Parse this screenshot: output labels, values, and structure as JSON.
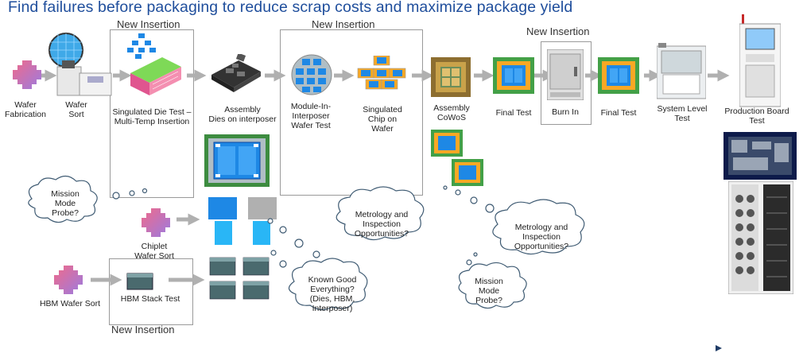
{
  "title": "Find failures before packaging to reduce scrap costs and maximize package yield",
  "insertions": {
    "singulated_die": "New Insertion",
    "mii": "New Insertion",
    "burn_in": "New Insertion",
    "hbm_stack": "New Insertion"
  },
  "steps": {
    "wafer_fab": "Wafer\nFabrication",
    "wafer_sort": "Wafer\nSort",
    "singulated_die_test": "Singulated Die Test –\nMulti-Temp Insertion",
    "assembly_interposer": "Assembly\nDies on interposer",
    "mii_wafer_test": "Module-In-\nInterposer\nWafer Test",
    "singulated_chip": "Singulated\nChip on Wafer",
    "assembly_cowos": "Assembly\nCoWoS",
    "final_test_1": "Final Test",
    "burn_in": "Burn In",
    "final_test_2": "Final Test",
    "system_level_test": "System Level\nTest",
    "production_board_test": "Production Board\nTest",
    "chiplet_wafer_sort": "Chiplet\nWafer Sort",
    "hbm_wafer_sort": "HBM Wafer Sort",
    "hbm_stack_test": "HBM Stack Test"
  },
  "clouds": {
    "mission_mode_1": "Mission\nMode\nProbe?",
    "metrology_1": "Metrology and\nInspection\nOpportunities?",
    "metrology_2": "Metrology and\nInspection\nOpportunities?",
    "known_good": "Known Good\nEverything?\n(Dies, HBM,\nInterposer)",
    "mission_mode_2": "Mission\nMode\nProbe?"
  },
  "colors": {
    "title": "#1f4e9c",
    "arrow": "#b0b0b0",
    "box_border": "#9a9a9a",
    "chip_green": "#4caf50",
    "chip_blue": "#1e88e5",
    "wafer_pink": "#e57399"
  }
}
